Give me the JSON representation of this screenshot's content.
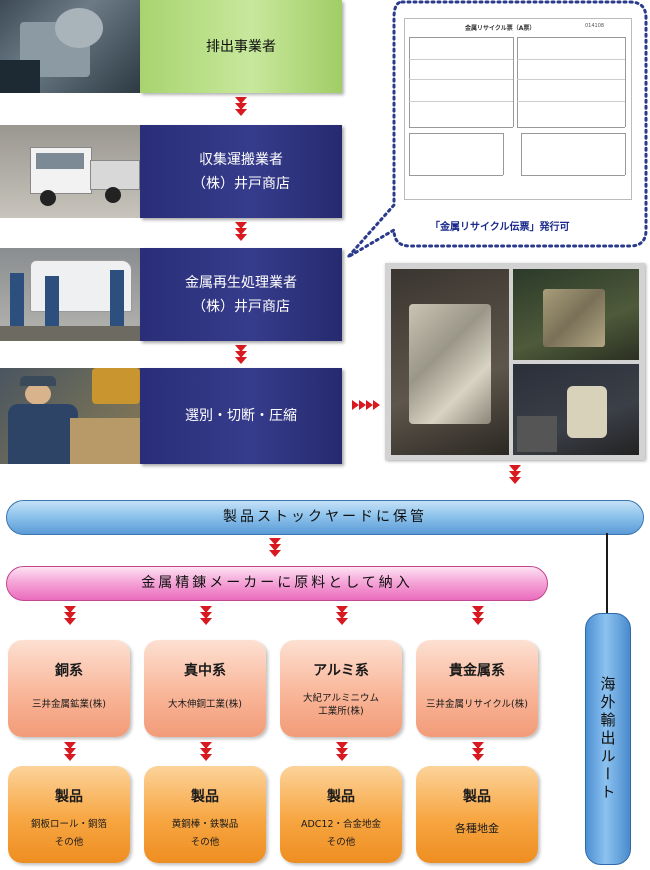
{
  "steps": [
    {
      "label": "排出事業者",
      "sub": ""
    },
    {
      "label": "収集運搬業者",
      "sub": "（株）井戸商店"
    },
    {
      "label": "金属再生処理業者",
      "sub": "（株）井戸商店"
    },
    {
      "label": "選別・切断・圧縮",
      "sub": ""
    }
  ],
  "slip": {
    "title": "金属リサイクル票（A票）",
    "number": "014108",
    "caption": "「金属リサイクル伝票」発行可"
  },
  "stockyard": "製品ストックヤードに保管",
  "refinery": "金属精錬メーカーに原料として納入",
  "overseas": "海外輸出ルート",
  "categories": [
    {
      "name": "銅系",
      "company": "三井金属鉱業(株)"
    },
    {
      "name": "真中系",
      "company": "大木伸銅工業(株)"
    },
    {
      "name": "アルミ系",
      "company": "大紀アルミニウム\n工業所(株)"
    },
    {
      "name": "貴金属系",
      "company": "三井金属リサイクル(株)"
    }
  ],
  "products": [
    {
      "name": "製品",
      "desc": "銅板ロール・銅箔\nその他"
    },
    {
      "name": "製品",
      "desc": "黄銅棒・鉄製品\nその他"
    },
    {
      "name": "製品",
      "desc": "ADC12・合金地金\nその他"
    },
    {
      "name": "製品",
      "desc": "各種地金"
    }
  ],
  "colors": {
    "navy": "#2f3485",
    "arrow": "#d8191f",
    "green": "#b9e08a",
    "blue": "#6fa9df",
    "pink": "#f08ccb",
    "salmon": "#f7b092",
    "orange": "#f39a33",
    "overseas": "#5aa0dc"
  }
}
